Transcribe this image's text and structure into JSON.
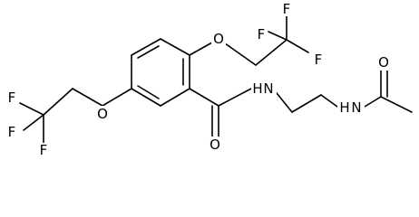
{
  "molecule": {
    "atom_labels": {
      "F_top1": "F",
      "F_top2": "F",
      "F_top3": "F",
      "O_ether_top": "O",
      "O_carbonyl_right": "O",
      "N_amide": "N",
      "H_amide": "H",
      "N_acetamide": "N",
      "H_acetamide": "H",
      "O_amide": "O",
      "O_ether_left": "O",
      "F_left1": "F",
      "F_left2": "F",
      "F_left3": "F"
    },
    "colors": {
      "bond": "#000000",
      "background": "#ffffff"
    }
  }
}
